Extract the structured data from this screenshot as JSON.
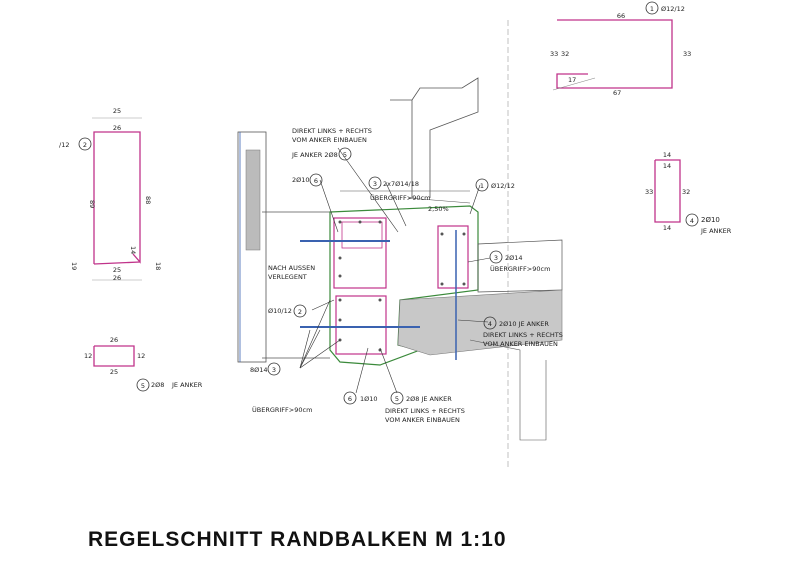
{
  "title": "REGELSCHNITT RANDBALKEN  M 1:10",
  "bars": {
    "bar1": {
      "mark": "1",
      "label": "Ø12/12",
      "dims": {
        "top": "66",
        "left": "33",
        "inner": "32",
        "right": "33",
        "bottom_inner": "17",
        "bottom": "67"
      }
    },
    "bar2": {
      "mark": "2",
      "label": "/12",
      "dims": {
        "top_outer": "25",
        "top": "26",
        "left": "89",
        "right": "88",
        "hook": "14",
        "bottom_inner": "25",
        "bottom": "26",
        "side_a": "19",
        "side_b": "18"
      }
    },
    "bar4": {
      "mark": "4",
      "label": "2Ø10",
      "sublabel": "JE ANKER",
      "dims": {
        "top_outer": "14",
        "top": "14",
        "left": "33",
        "right": "32",
        "bottom": "14"
      }
    },
    "bar5": {
      "mark": "5",
      "label": "2Ø8",
      "sublabel": "JE ANKER",
      "dims": {
        "top": "26",
        "left": "12",
        "right": "12",
        "bottom": "25"
      }
    }
  },
  "section": {
    "note_top_a": "DIREKT LINKS + RECHTS",
    "note_top_b": "VOM ANKER EINBAUEN",
    "je_anker": "JE ANKER 2Ø8",
    "m5": "5",
    "m6": "6",
    "l6": "2Ø10",
    "m3a": "3",
    "l3a": "2x7Ø14/18",
    "m1": "1",
    "l1": "Ø12/12",
    "overlap1": "ÜBERGRIFF>90cm",
    "slope": "2,50%",
    "m3b": "3",
    "l3b": "2Ø14",
    "overlap2": "ÜBERGRIFF>90cm",
    "nach_a": "NACH AUSSEN",
    "nach_b": "VERLEGENT",
    "m2": "2",
    "l2": "Ø10/12",
    "m4": "4",
    "l4": "2Ø10 JE ANKER",
    "note_r_a": "DIREKT LINKS + RECHTS",
    "note_r_b": "VOM ANKER EINBAUEN",
    "m3c": "3",
    "l3c": "8Ø14",
    "overlap3": "ÜBERGRIFF>90cm",
    "m6b": "6",
    "l6b": "1Ø10",
    "m5b": "5",
    "l5b": "2Ø8 JE ANKER",
    "note_b_a": "DIREKT LINKS + RECHTS",
    "note_b_b": "VOM ANKER EINBAUEN"
  },
  "colors": {
    "rebar": "#c0338a",
    "concrete": "#c8c8c8",
    "line": "#555555",
    "blue": "#3a62b0",
    "green": "#3b8a3b"
  }
}
